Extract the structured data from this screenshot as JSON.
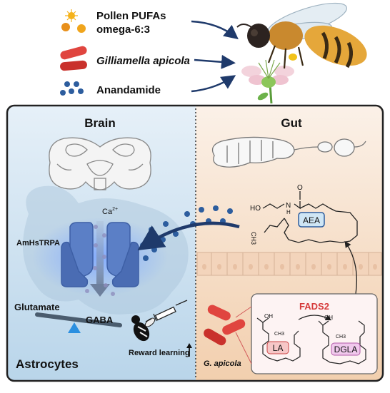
{
  "legend": {
    "pufa_line1": "Pollen PUFAs",
    "pufa_line2": "omega-6:3",
    "bacterium": "Gilliamella apicola",
    "anandamide": "Anandamide"
  },
  "brain_panel": {
    "title": "Brain",
    "calcium": "Ca",
    "calcium_sup": "2+",
    "channel": "AmHsTRPA",
    "glutamate": "Glutamate",
    "gaba": "GABA",
    "astrocytes": "Astrocytes",
    "reward": "Reward learning"
  },
  "gut_panel": {
    "title": "Gut",
    "aea": "AEA",
    "ho": "HO",
    "nh": "N",
    "h": "H",
    "o": "O",
    "ch3": "CH3",
    "enzyme": "FADS2",
    "la": "LA",
    "dgla": "DGLA",
    "oh": "OH",
    "bacterium_short": "G. apicola"
  },
  "colors": {
    "brain_bg": "#cfe3f1",
    "gut_bg": "#f8e6d6",
    "dot_blue": "#2d5d9e",
    "pill_red": "#e0453f",
    "fads2_red": "#d63a3a",
    "channel_blue": "#5b7fc6",
    "aea_box": "#cfe6f5",
    "la_box": "#f6c7c7",
    "dgla_box": "#f0c8ec"
  }
}
